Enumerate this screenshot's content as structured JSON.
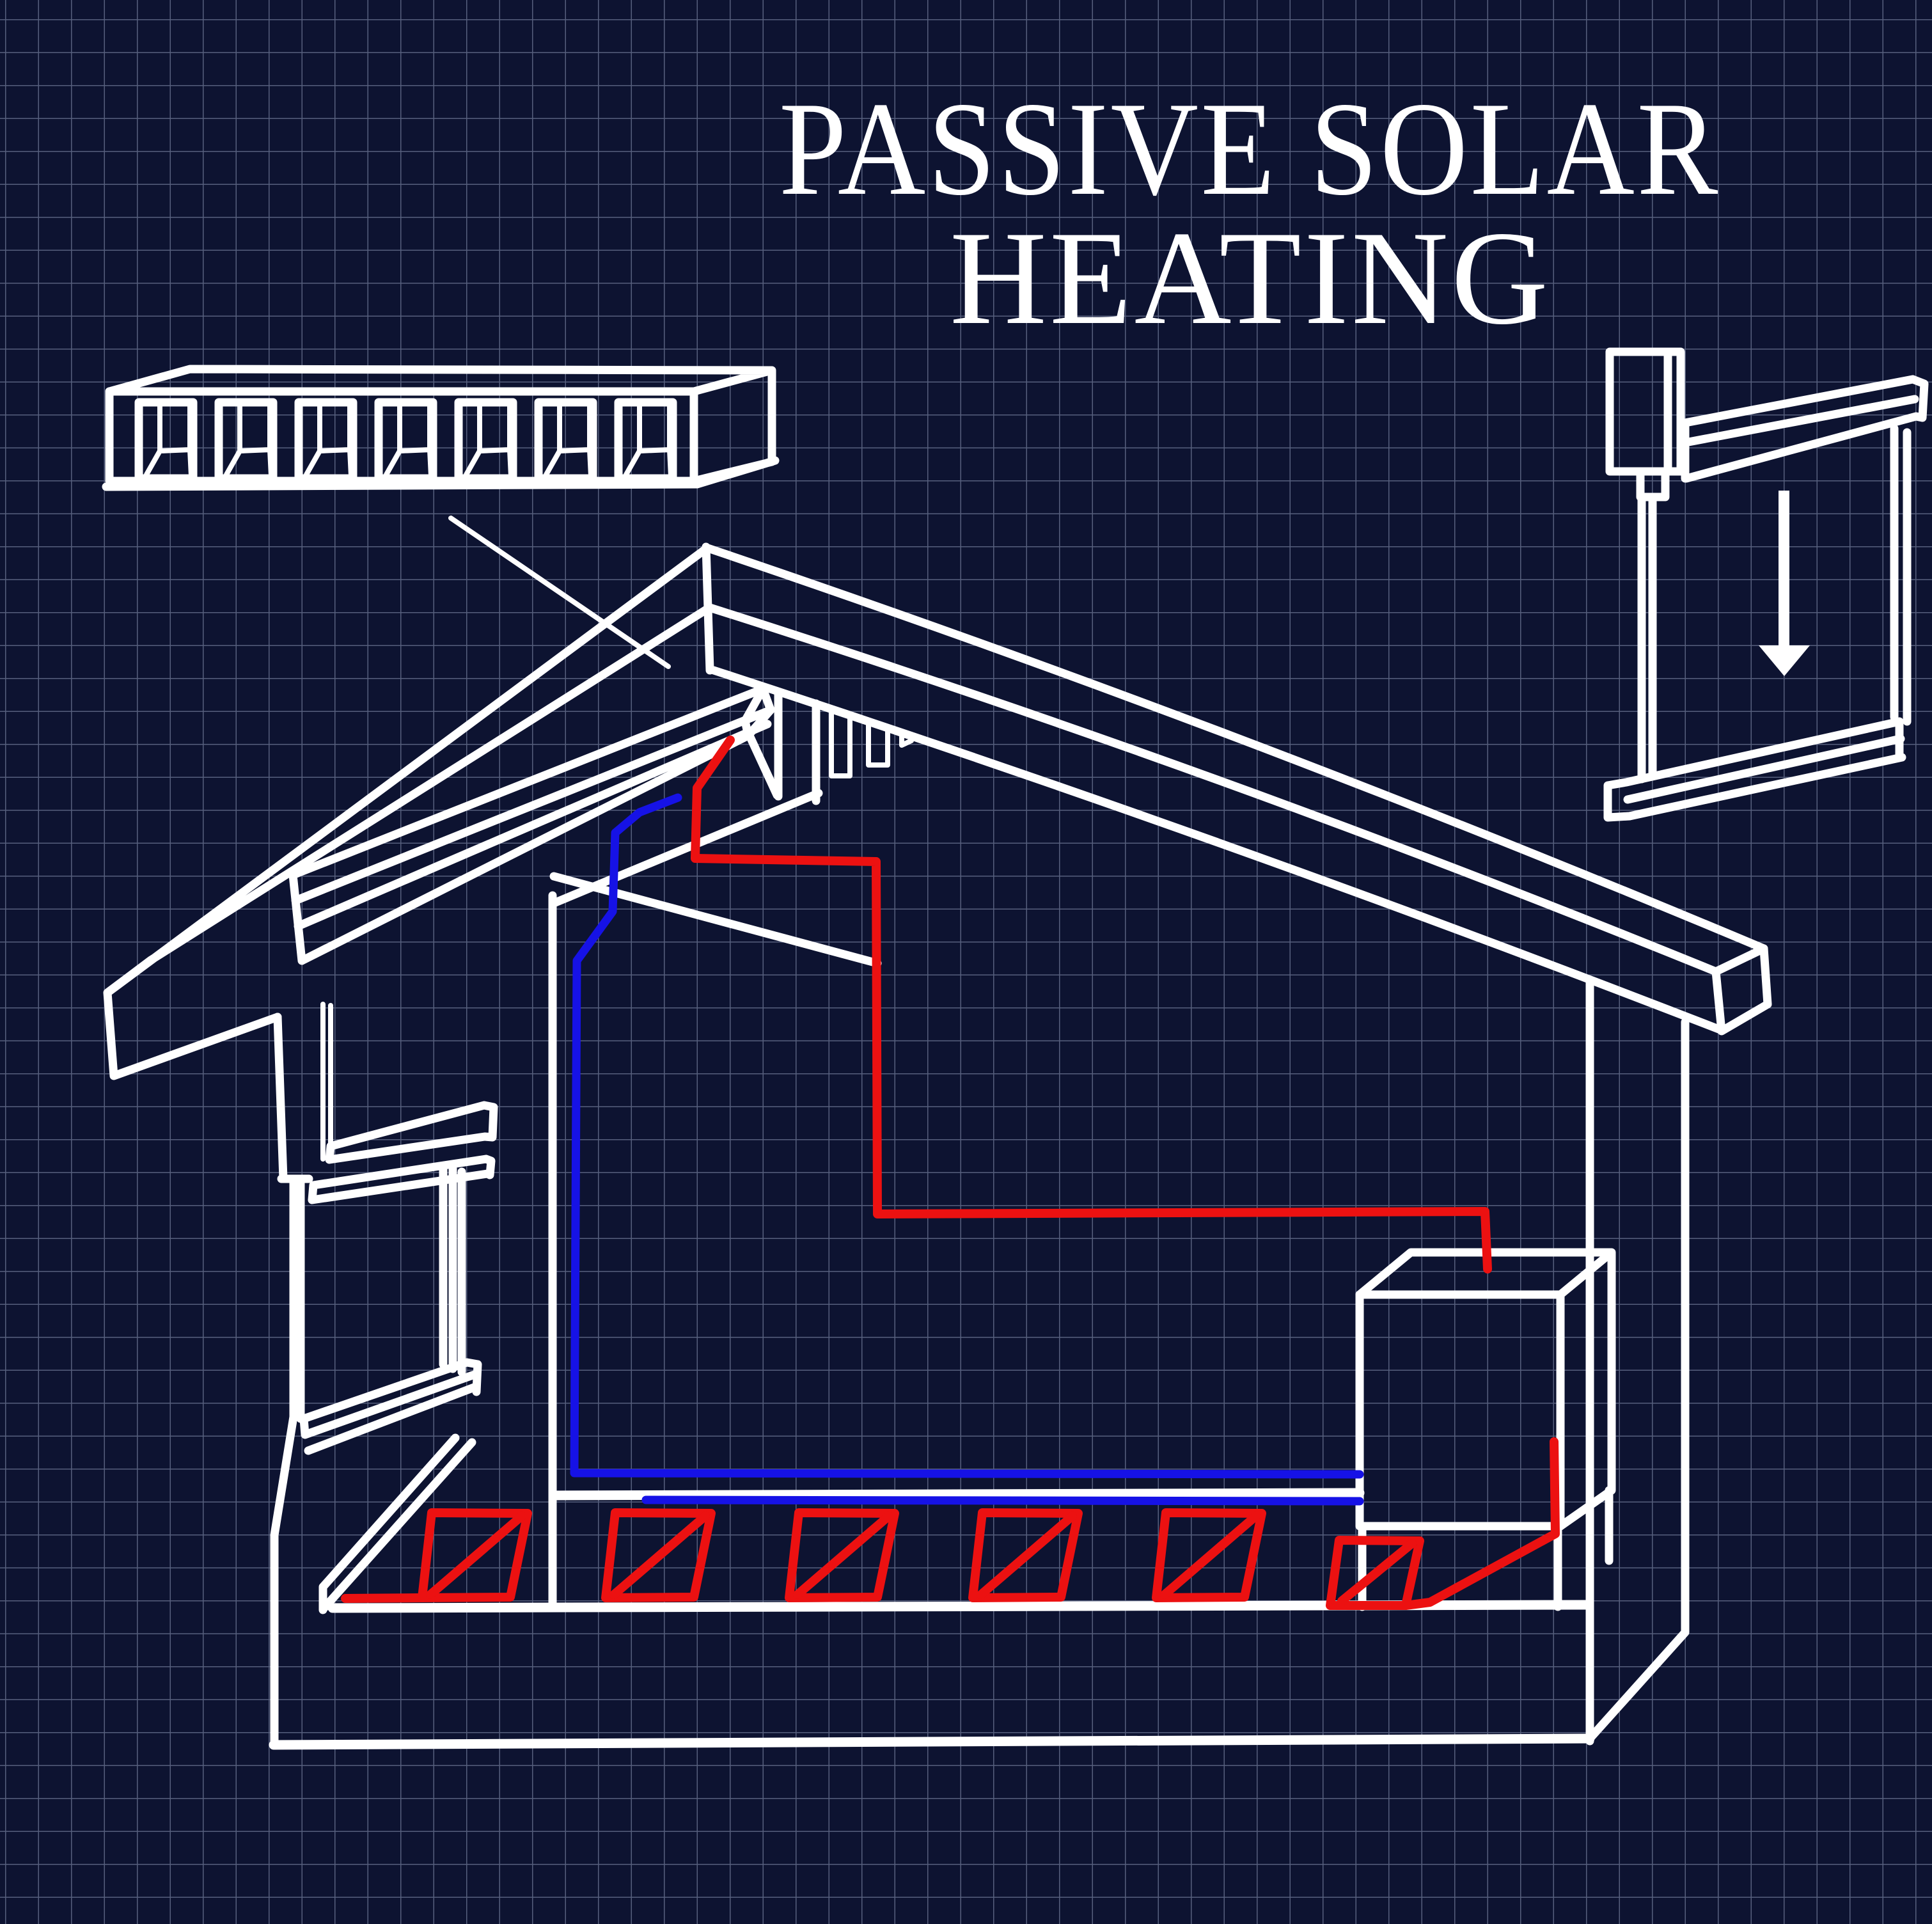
{
  "title": {
    "line1": "PASSIVE SOLAR",
    "line2": "HEATING"
  },
  "diagram": {
    "type": "blueprint",
    "subject": "passive solar heating house cross-section",
    "details_shown": [
      "solar-collector-detail",
      "window-vent-detail-with-down-arrow",
      "house-cross-section",
      "storage-tank",
      "underfloor-heating-coil"
    ],
    "collector_slot_count": 7,
    "floor_coil_loop_count": 6
  },
  "colors": {
    "background": "#0D1331",
    "grid_line": "#565F7D",
    "linework": "#FFFFFF",
    "hot_pipe": "#EC1111",
    "cold_pipe": "#1612E6"
  }
}
